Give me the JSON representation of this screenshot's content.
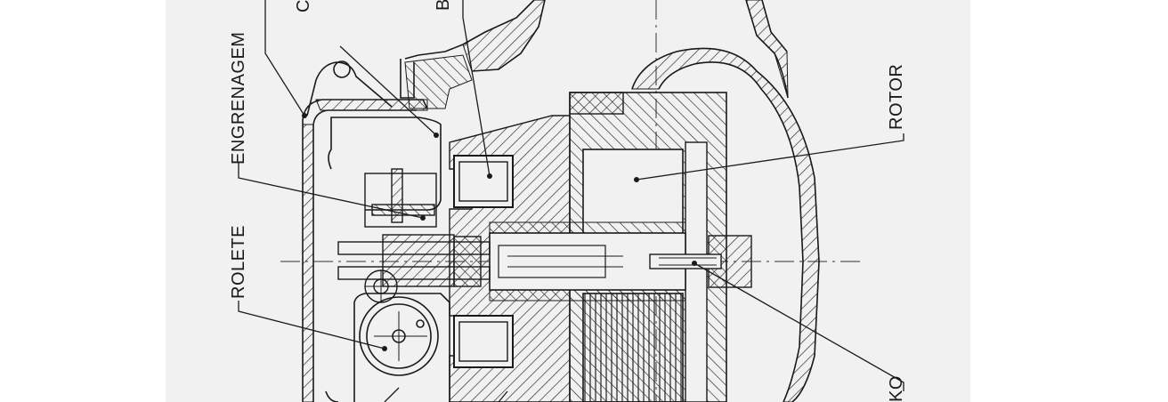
{
  "drawing": {
    "labels": {
      "engrenagem": "ENGRENAGEM",
      "rolete": "ROLETE",
      "rotor": "ROTOR",
      "c_partial": "C",
      "b_partial": "B",
      "ko_partial": "KO"
    }
  }
}
